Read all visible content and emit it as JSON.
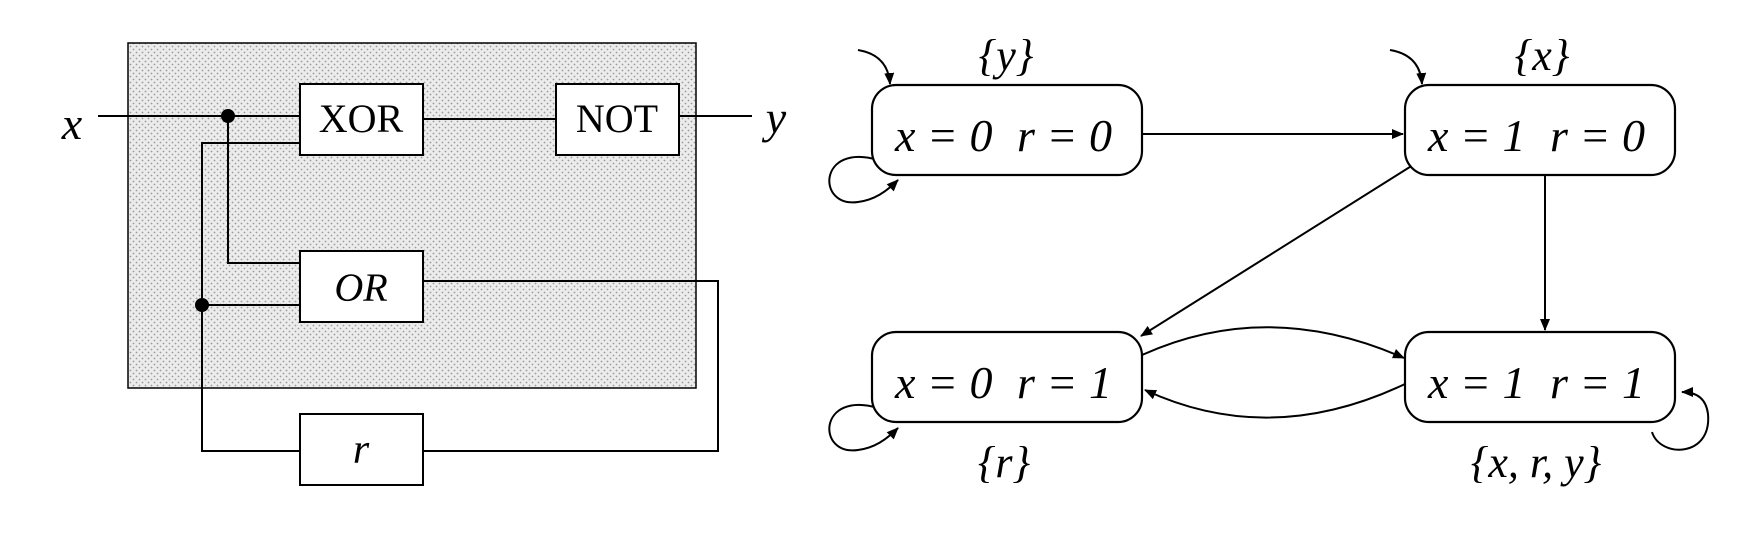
{
  "circuit": {
    "input_label": "x",
    "output_label": "y",
    "gates": {
      "xor": "XOR",
      "not": "NOT",
      "or": "OR",
      "register": "r"
    }
  },
  "kripke": {
    "states": [
      {
        "x_text": "x = 0",
        "r_text": "r = 0",
        "label_set": "{y}"
      },
      {
        "x_text": "x = 1",
        "r_text": "r = 0",
        "label_set": "{x}"
      },
      {
        "x_text": "x = 0",
        "r_text": "r = 1",
        "label_set": "{r}"
      },
      {
        "x_text": "x = 1",
        "r_text": "r = 1",
        "label_set": "{x, r, y}"
      }
    ]
  }
}
